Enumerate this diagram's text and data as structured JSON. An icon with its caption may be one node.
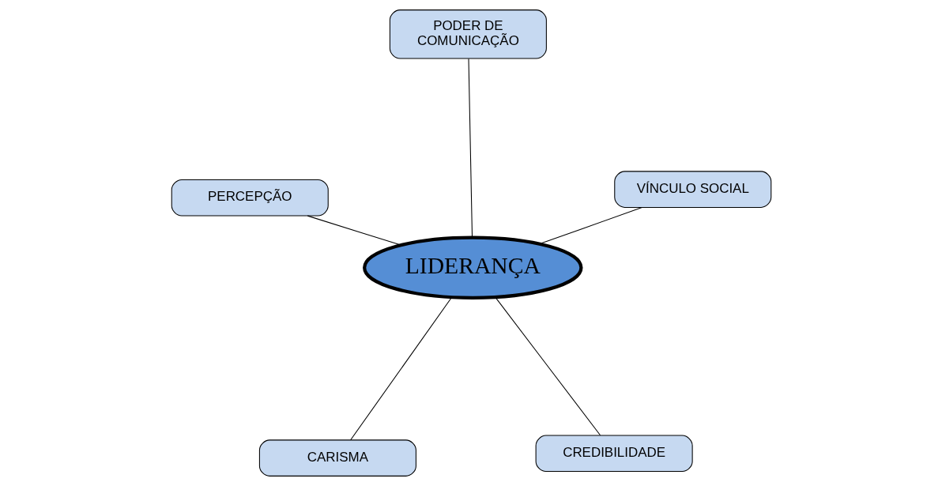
{
  "diagram": {
    "nodes": [
      {
        "text": [
          "CARISMA"
        ]
      },
      {
        "text": [
          "CREDIBILIDADE"
        ]
      },
      {
        "text": [
          "LIDERANÇA"
        ]
      },
      {
        "text": [
          "PODER DE COMUNICAÇÃO"
        ]
      },
      {
        "text": [
          "VÍNCULO SOCIAL"
        ]
      },
      {
        "text": [
          "PERCEPÇÃO"
        ]
      }
    ],
    "edges": [
      {
        "from": 2,
        "to": 0,
        "arrow": "none"
      },
      {
        "from": 2,
        "to": 1,
        "arrow": "none"
      },
      {
        "from": 2,
        "to": 3,
        "arrow": "none"
      },
      {
        "from": 2,
        "to": 4,
        "arrow": "none"
      },
      {
        "from": 2,
        "to": 5,
        "arrow": "none"
      }
    ]
  }
}
